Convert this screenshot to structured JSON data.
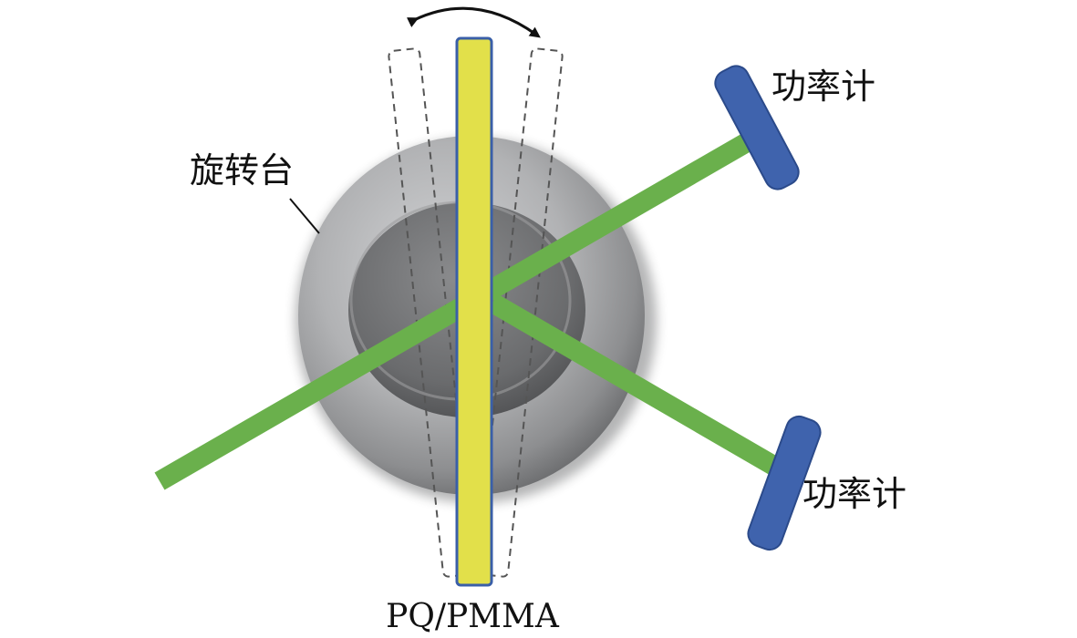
{
  "labels": {
    "rotation_stage": "旋转台",
    "power_meter_top": "功率计",
    "power_meter_bottom": "功率计",
    "sample": "PQ/PMMA"
  },
  "colors": {
    "background": "#ffffff",
    "laser_beam": "#6ab04c",
    "sample": "#e2e04a",
    "sample_edge": "#3a5fa8",
    "power_meter": "#3f63ad",
    "stage_outer": "#a8a9ab",
    "stage_inner": "#6e6f71",
    "outline_dashed": "#555555",
    "text": "#111111"
  }
}
